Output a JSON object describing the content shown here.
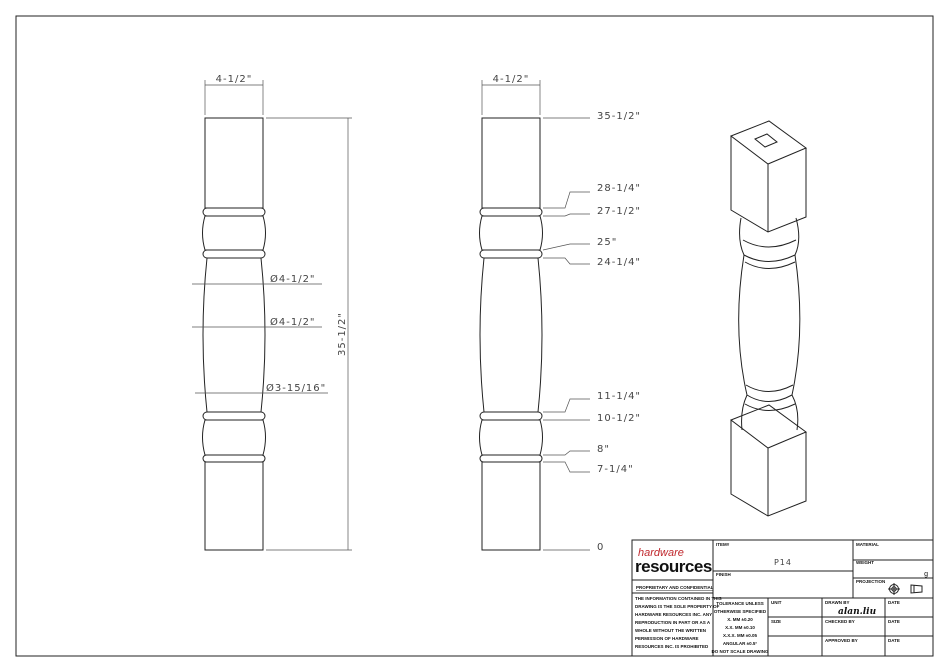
{
  "left_view": {
    "width_dim": "4-1/2\"",
    "height_dim": "35-1/2\"",
    "diameters": [
      "Ø4-1/2\"",
      "Ø4-1/2\"",
      "Ø3-15/16\""
    ]
  },
  "middle_view": {
    "width_dim": "4-1/2\"",
    "heights": [
      "35-1/2\"",
      "28-1/4\"",
      "27-1/2\"",
      "25\"",
      "24-1/4\"",
      "11-1/4\"",
      "10-1/2\"",
      "8\"",
      "7-1/4\"",
      "0"
    ]
  },
  "title_block": {
    "logo_top": "hardware",
    "logo_bottom": "resources",
    "proprietary_header": "PROPRIETARY AND CONFIDENTIAL",
    "proprietary_text": [
      "THE INFORMATION CONTAINED IN THIS",
      "DRAWING IS THE SOLE PROPERTY OF",
      "HARDWARE RESOURCES INC.  ANY",
      "REPRODUCTION IN PART OR AS A",
      "WHOLE  WITHOUT THE WRITTEN",
      "PERMISSION OF HARDWARE",
      "RESOURCES INC. IS PROHIBITED"
    ],
    "item_label": "ITEM#",
    "item_value": "P14",
    "finish_label": "FINISH",
    "material_label": "MATERIAL",
    "weight_label": "WEIGHT",
    "weight_value": "g",
    "projection_label": "PROJECTION",
    "tolerance": [
      "TOLERANCE UNLESS",
      "OTHERWISE SPECIFIED",
      "X.   MM   ±0.20",
      "X.X.  MM   ±0.10",
      "X.X.X.  MM  ±0.05",
      "ANGULAR     ±0.5°",
      "DO NOT SCALE DRAWING"
    ],
    "unit_label": "UNIT",
    "size_label": "SIZE",
    "drawn_by_label": "DRAWN BY",
    "drawn_by_value": "alan.liu",
    "checked_by_label": "CHECKED BY",
    "approved_by_label": "APPROVED BY",
    "date_labels": [
      "DATE",
      "DATE",
      "DATE"
    ]
  },
  "colors": {
    "line": "#222222",
    "logo_red": "#c0282d"
  }
}
